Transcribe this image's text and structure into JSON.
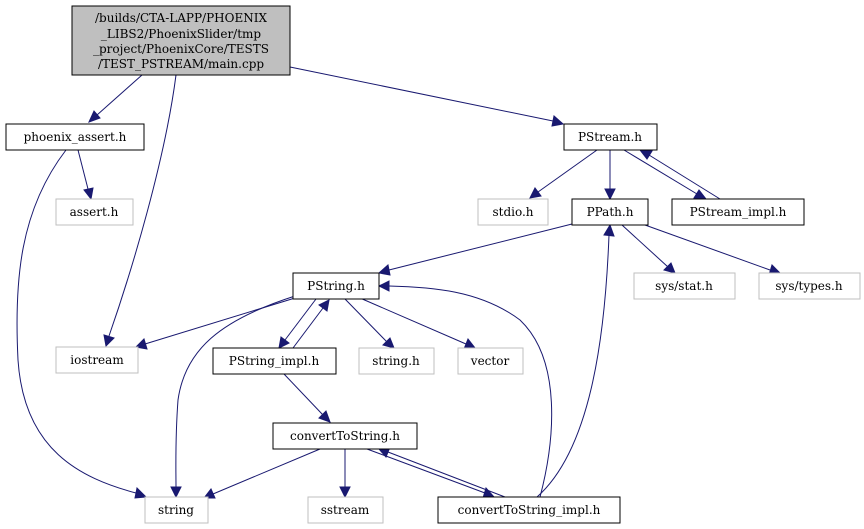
{
  "colors": {
    "edge": "#191970",
    "root_fill": "#bfbfbf",
    "node_border": "#000000",
    "ext_border": "#bfbfbf",
    "text": "#000000"
  },
  "nodes": {
    "main": {
      "kind": "root",
      "lines": [
        "/builds/CTA-LAPP/PHOENIX",
        "_LIBS2/PhoenixSlider/tmp",
        "_project/PhoenixCore/TESTS",
        "/TEST_PSTREAM/main.cpp"
      ]
    },
    "phoenix_assert": {
      "kind": "internal",
      "lines": [
        "phoenix_assert.h"
      ]
    },
    "pstream": {
      "kind": "internal",
      "lines": [
        "PStream.h"
      ]
    },
    "assert": {
      "kind": "external",
      "lines": [
        "assert.h"
      ]
    },
    "stdio": {
      "kind": "external",
      "lines": [
        "stdio.h"
      ]
    },
    "ppath": {
      "kind": "internal",
      "lines": [
        "PPath.h"
      ]
    },
    "pstream_impl": {
      "kind": "internal",
      "lines": [
        "PStream_impl.h"
      ]
    },
    "pstring": {
      "kind": "internal",
      "lines": [
        "PString.h"
      ]
    },
    "sysstat": {
      "kind": "external",
      "lines": [
        "sys/stat.h"
      ]
    },
    "systypes": {
      "kind": "external",
      "lines": [
        "sys/types.h"
      ]
    },
    "iostream": {
      "kind": "external",
      "lines": [
        "iostream"
      ]
    },
    "pstring_impl": {
      "kind": "internal",
      "lines": [
        "PString_impl.h"
      ]
    },
    "stringh": {
      "kind": "external",
      "lines": [
        "string.h"
      ]
    },
    "vector": {
      "kind": "external",
      "lines": [
        "vector"
      ]
    },
    "converttostring": {
      "kind": "internal",
      "lines": [
        "convertToString.h"
      ]
    },
    "string": {
      "kind": "external",
      "lines": [
        "string"
      ]
    },
    "sstream": {
      "kind": "external",
      "lines": [
        "sstream"
      ]
    },
    "converttostring_impl": {
      "kind": "internal",
      "lines": [
        "convertToString_impl.h"
      ]
    }
  },
  "edges": [
    [
      "main",
      "phoenix_assert"
    ],
    [
      "main",
      "iostream"
    ],
    [
      "main",
      "pstream"
    ],
    [
      "phoenix_assert",
      "assert"
    ],
    [
      "phoenix_assert",
      "string"
    ],
    [
      "pstream",
      "stdio"
    ],
    [
      "pstream",
      "ppath"
    ],
    [
      "pstream",
      "pstream_impl"
    ],
    [
      "pstream_impl",
      "pstream"
    ],
    [
      "ppath",
      "pstring"
    ],
    [
      "ppath",
      "sysstat"
    ],
    [
      "ppath",
      "systypes"
    ],
    [
      "pstring",
      "iostream"
    ],
    [
      "pstring",
      "string"
    ],
    [
      "pstring",
      "pstring_impl"
    ],
    [
      "pstring",
      "stringh"
    ],
    [
      "pstring",
      "vector"
    ],
    [
      "pstring_impl",
      "pstring"
    ],
    [
      "pstring_impl",
      "converttostring"
    ],
    [
      "converttostring",
      "string"
    ],
    [
      "converttostring",
      "sstream"
    ],
    [
      "converttostring",
      "converttostring_impl"
    ],
    [
      "converttostring_impl",
      "converttostring"
    ],
    [
      "converttostring_impl",
      "pstring"
    ],
    [
      "converttostring_impl",
      "ppath"
    ]
  ]
}
